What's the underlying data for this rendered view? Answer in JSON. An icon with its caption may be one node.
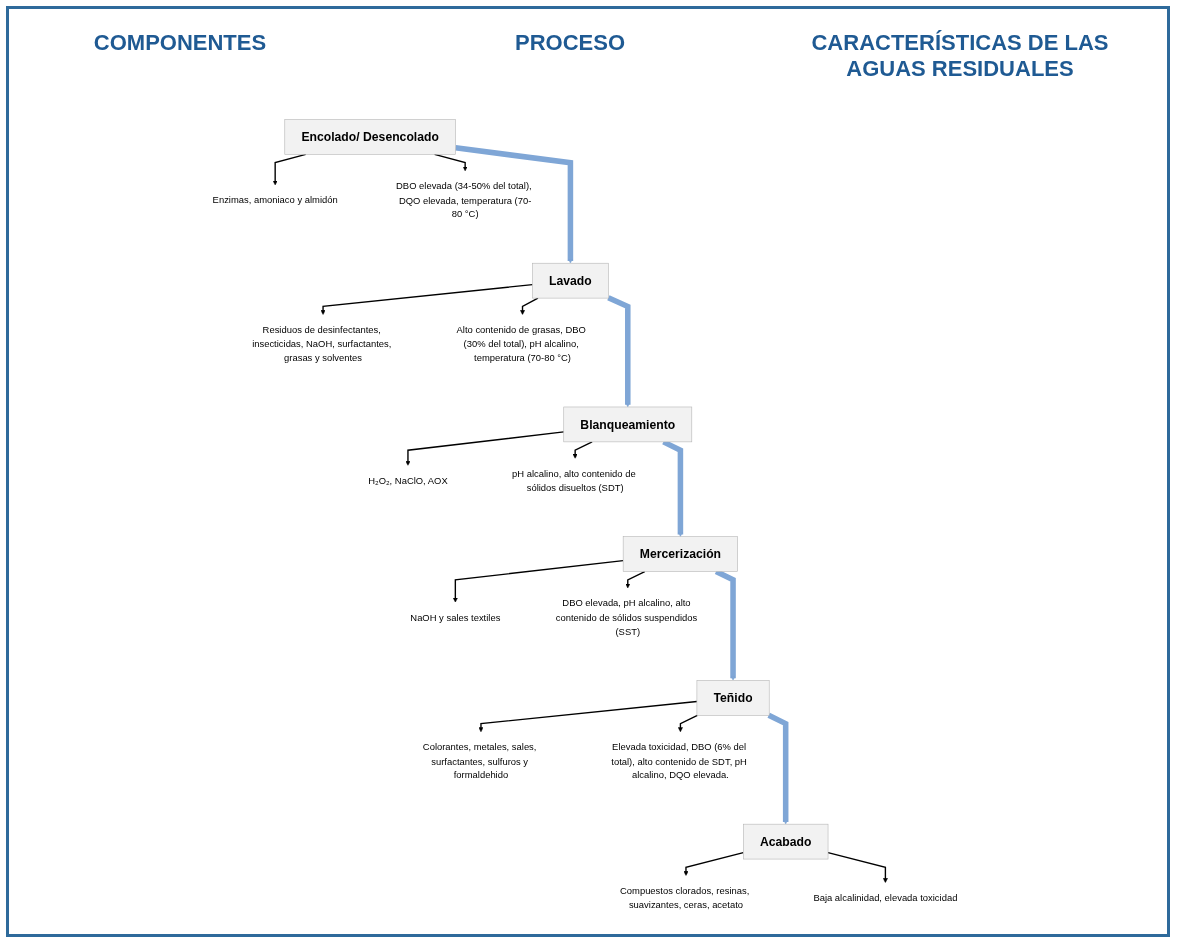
{
  "diagram": {
    "nodes": [
      {
        "text": [
          "Enzimas, amoniaco y almidón"
        ]
      },
      {
        "text": [
          "Encolado/ Desencolado"
        ]
      },
      {
        "text": [
          "DBO elevada (34-50% del total), DQO elevada, temperatura (70-80 °C)"
        ]
      },
      {
        "text": [
          "Residuos de desinfectantes, insecticidas, NaOH, surfactantes, grasas y solventes"
        ]
      },
      {
        "text": [
          "Lavado"
        ]
      },
      {
        "text": [
          "Alto contenido de grasas, DBO (30% del total), pH alcalino, temperatura (70-80 °C)"
        ]
      },
      {
        "text": [
          "H₂O₂, NaClO, AOX"
        ]
      },
      {
        "text": [
          "Blanqueamiento"
        ]
      },
      {
        "text": [
          "pH alcalino, alto contenido de sólidos disueltos (SDT)"
        ]
      },
      {
        "text": [
          "NaOH y sales textiles"
        ]
      },
      {
        "text": [
          "Mercerización"
        ]
      },
      {
        "text": [
          "DBO elevada, pH alcalino, alto contenido de sólidos suspendidos (SST)"
        ]
      },
      {
        "text": [
          "Colorantes, metales, sales, surfactantes, sulfuros y formaldehido"
        ]
      },
      {
        "text": [
          "Teñido"
        ]
      },
      {
        "text": [
          "Elevada toxicidad, DBO (6% del total), alto contenido de SDT, pH alcalino, DQO elevada."
        ]
      },
      {
        "text": [
          "Compuestos clorados, resinas, suavizantes, ceras, acetato"
        ]
      },
      {
        "text": [
          "Acabado"
        ]
      },
      {
        "text": [
          "Baja alcalinidad, elevada toxicidad"
        ]
      }
    ],
    "edges": [
      {
        "from": 1,
        "to": 0,
        "arrow": "to"
      },
      {
        "from": 1,
        "to": 2,
        "arrow": "to"
      },
      {
        "from": 1,
        "to": 4,
        "arrow": "to",
        "style": "thick",
        "color": "#7fa6d6"
      },
      {
        "from": 4,
        "to": 3,
        "arrow": "to"
      },
      {
        "from": 4,
        "to": 5,
        "arrow": "to"
      },
      {
        "from": 4,
        "to": 7,
        "arrow": "to",
        "style": "thick",
        "color": "#7fa6d6"
      },
      {
        "from": 7,
        "to": 6,
        "arrow": "to"
      },
      {
        "from": 7,
        "to": 8,
        "arrow": "to"
      },
      {
        "from": 7,
        "to": 10,
        "arrow": "to",
        "style": "thick",
        "color": "#7fa6d6"
      },
      {
        "from": 10,
        "to": 9,
        "arrow": "to"
      },
      {
        "from": 10,
        "to": 11,
        "arrow": "to"
      },
      {
        "from": 10,
        "to": 13,
        "arrow": "to",
        "style": "thick",
        "color": "#7fa6d6"
      },
      {
        "from": 13,
        "to": 12,
        "arrow": "to"
      },
      {
        "from": 13,
        "to": 14,
        "arrow": "to"
      },
      {
        "from": 13,
        "to": 16,
        "arrow": "to",
        "style": "thick",
        "color": "#7fa6d6"
      },
      {
        "from": 16,
        "to": 15,
        "arrow": "to"
      },
      {
        "from": 16,
        "to": 17,
        "arrow": "to"
      }
    ],
    "labels": [
      "COMPONENTES",
      "PROCESO",
      "CARACTERÍSTICAS DE LAS AGUAS RESIDUALES"
    ]
  }
}
